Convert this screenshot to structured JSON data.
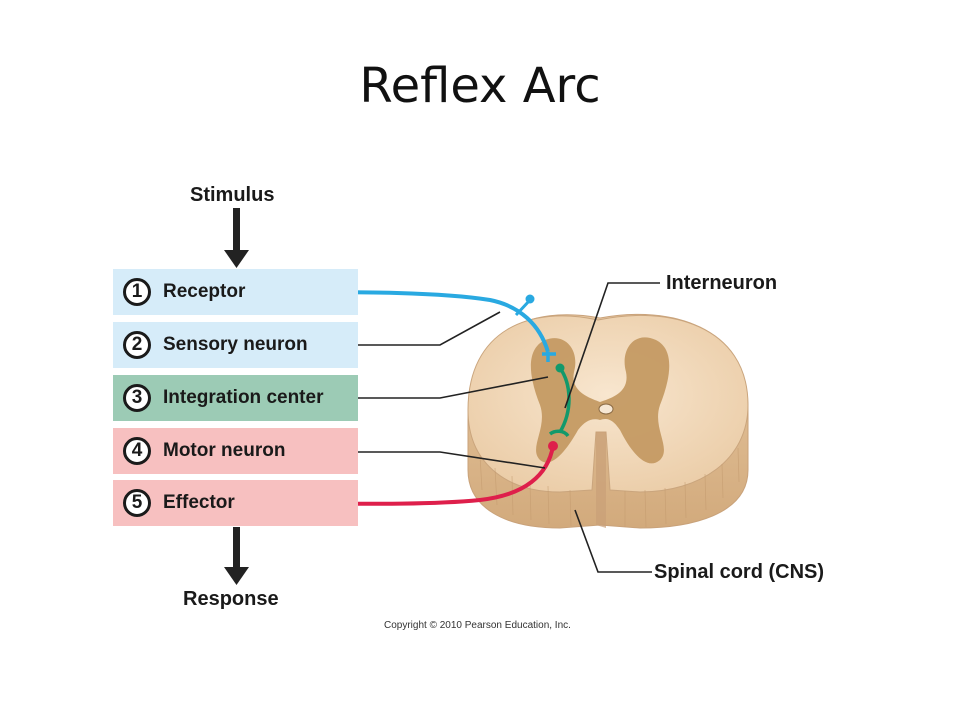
{
  "title": "Reflex Arc",
  "stimulus_label": "Stimulus",
  "response_label": "Response",
  "steps": [
    {
      "number": "1",
      "label": "Receptor",
      "color": "#d6ecf9"
    },
    {
      "number": "2",
      "label": "Sensory neuron",
      "color": "#d6ecf9"
    },
    {
      "number": "3",
      "label": "Integration center",
      "color": "#9ccbb5"
    },
    {
      "number": "4",
      "label": "Motor neuron",
      "color": "#f7c0c0"
    },
    {
      "number": "5",
      "label": "Effector",
      "color": "#f7c0c0"
    }
  ],
  "callouts": {
    "interneuron": "Interneuron",
    "spinal_cord": "Spinal cord (CNS)"
  },
  "copyright": "Copyright © 2010 Pearson Education, Inc.",
  "colors": {
    "sensory": "#29a9e1",
    "interneuron": "#12996b",
    "motor": "#de1f4b",
    "white_matter": "#f3dcc0",
    "gray_matter": "#c49a63"
  }
}
